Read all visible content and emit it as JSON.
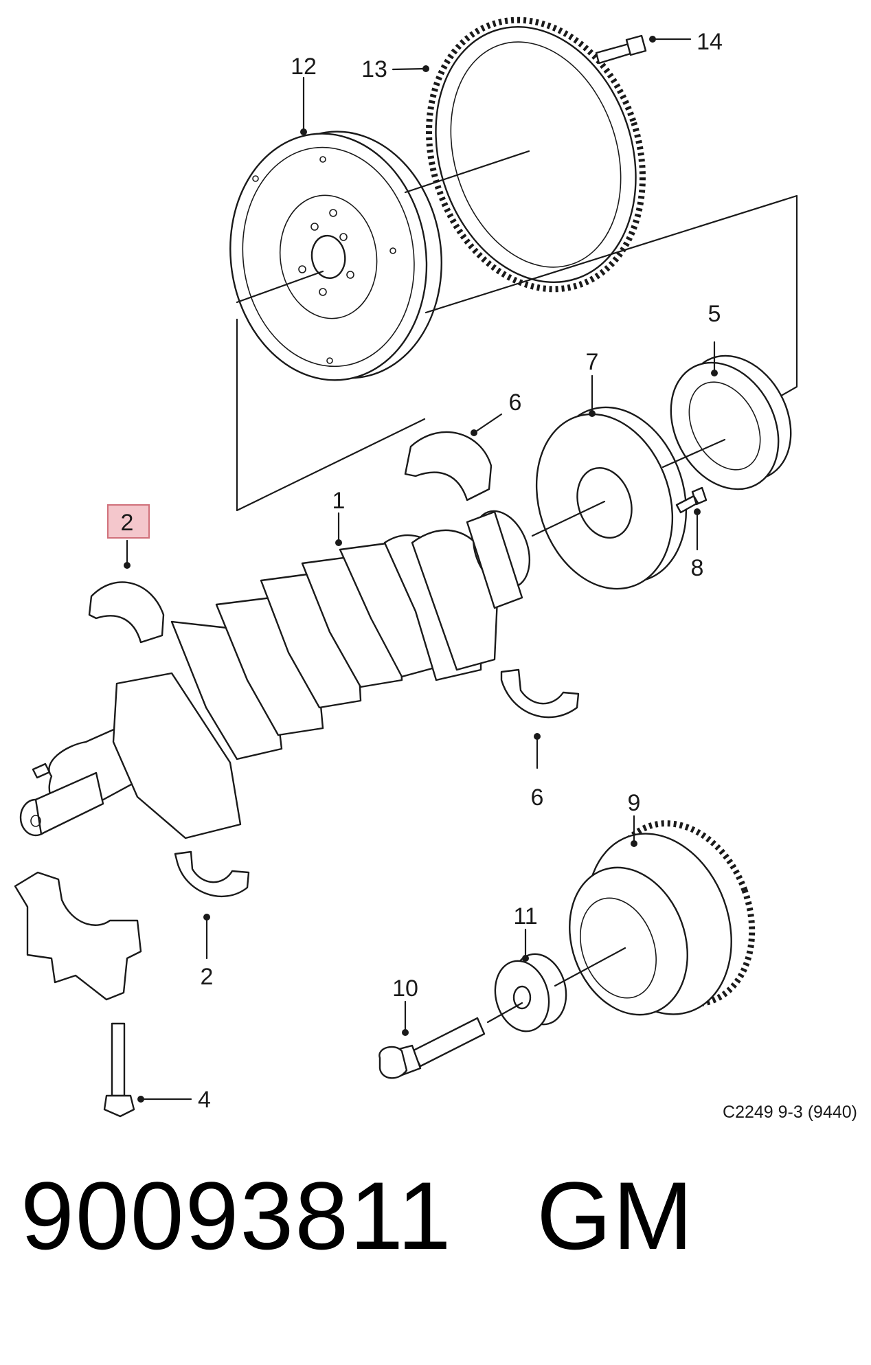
{
  "callouts": {
    "c1": "1",
    "c2_top": "2",
    "c2_bottom": "2",
    "c4": "4",
    "c5": "5",
    "c6_top": "6",
    "c6_bottom": "6",
    "c7": "7",
    "c8": "8",
    "c9": "9",
    "c10": "10",
    "c11": "11",
    "c12": "12",
    "c13": "13",
    "c14": "14"
  },
  "drawing_code": "C2249 9-3 (9440)",
  "part_number": "90093811",
  "brand": "GM",
  "highlight_color": "#f4c7cc"
}
